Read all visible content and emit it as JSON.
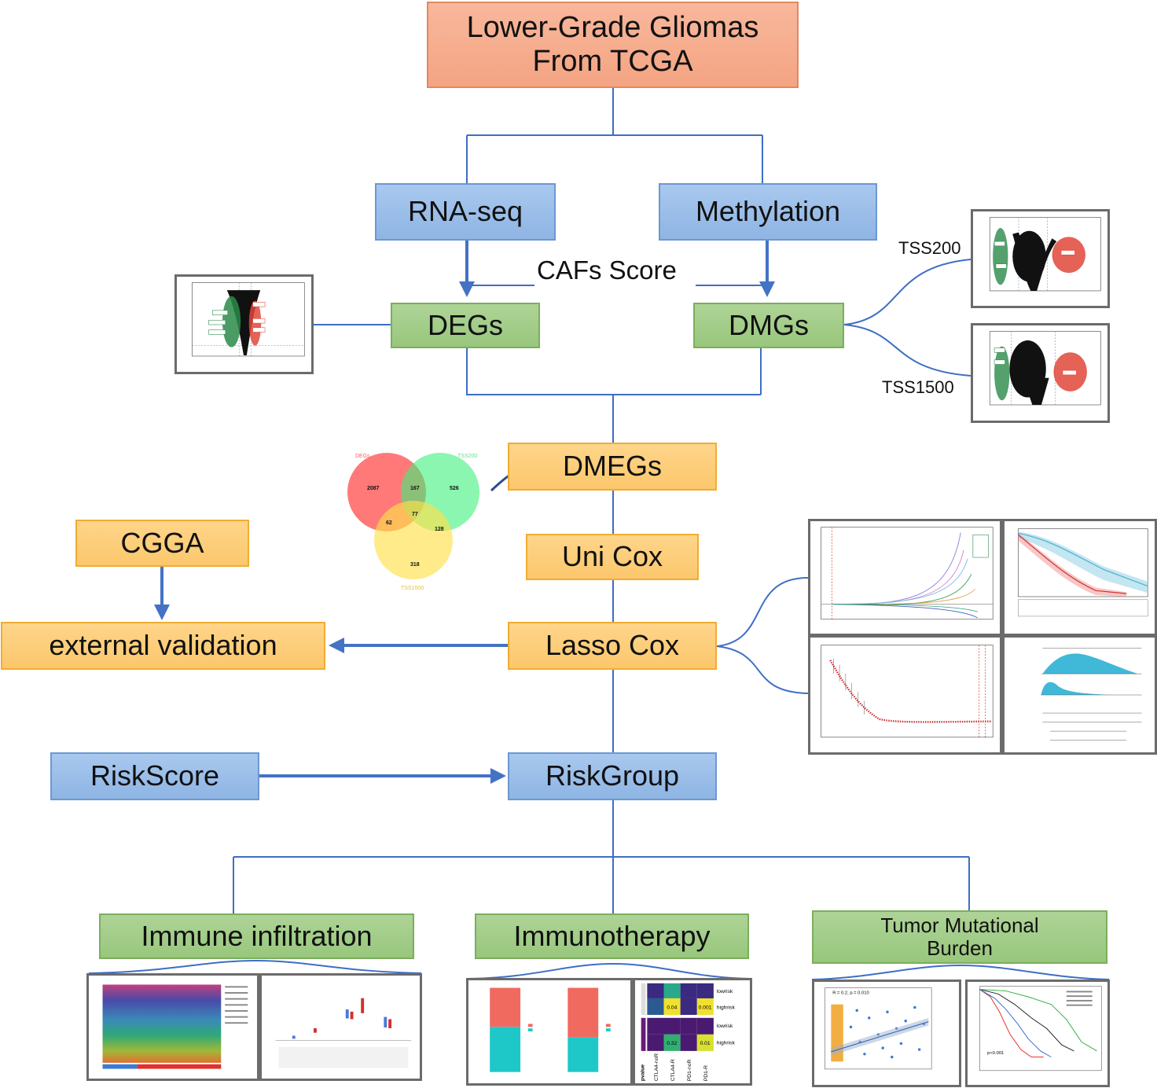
{
  "nodes": {
    "lgg": "Lower-Grade Gliomas\nFrom TCGA",
    "rnaseq": "RNA-seq",
    "methylation": "Methylation",
    "cafs_score": "CAFs Score",
    "degs": "DEGs",
    "dmgs": "DMGs",
    "dmegs": "DMEGs",
    "uni_cox": "Uni Cox",
    "lasso_cox": "Lasso Cox",
    "cgga": "CGGA",
    "external_validation": "external validation",
    "riskscore": "RiskScore",
    "riskgroup": "RiskGroup",
    "immune_infiltration": "Immune infiltration",
    "immunotherapy": "Immunotherapy",
    "tmb": "Tumor Mutational\nBurden"
  },
  "labels": {
    "tss200": "TSS200",
    "tss1500": "TSS1500"
  },
  "venn": {
    "set_a": "DEGs",
    "set_b": "TSS200",
    "set_c": "TSS1500",
    "a_only": "2087",
    "b_only": "526",
    "c_only": "318",
    "ab": "167",
    "ac": "62",
    "bc": "128",
    "abc": "77"
  },
  "heatmap": {
    "rows": [
      "lowrisk",
      "highrisk",
      "lowrisk",
      "highrisk"
    ],
    "cols": [
      "CTLA4-noR",
      "CTLA4-R",
      "PD1-noR",
      "PD1-R"
    ],
    "axis": "pvalue",
    "cell_a": "0.04",
    "cell_b": "0.001",
    "cell_c": "0.32",
    "cell_d": "0.01"
  },
  "tmb_stat": "R = 0.2, p = 0.010",
  "km_p": "p<0.001",
  "colors": {
    "orange": "#f4a482",
    "blue": "#8fb5e4",
    "green": "#98c77c",
    "yellow": "#fcc76c",
    "connector": "#3d6fc4"
  }
}
